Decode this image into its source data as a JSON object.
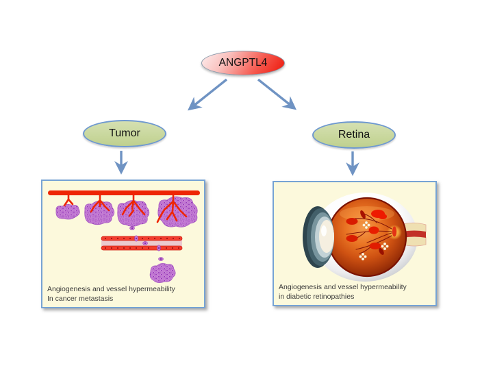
{
  "nodes": {
    "angptl4": {
      "label": "ANGPTL4"
    },
    "tumor": {
      "label": "Tumor"
    },
    "retina": {
      "label": "Retina"
    }
  },
  "panels": {
    "tumor": {
      "caption_line1": "Angiogenesis and vessel hypermeability",
      "caption_line2": "In cancer metastasis"
    },
    "retina": {
      "caption_line1": "Angiogenesis and vessel hypermeability",
      "caption_line2": "in diabetic retinopathies"
    }
  },
  "colors": {
    "arrow_blue": "#6f93c3",
    "node_green_fill": "#c8d79c",
    "node_border_blue": "#6f99d0",
    "root_gradient_light": "#fdecec",
    "root_gradient_red": "#ee1d10",
    "panel_background": "#fcf9dc",
    "panel_border": "#76a3d4",
    "vessel_red": "#ee2504",
    "tumor_cell_purple": "#c980d8",
    "eye_retina_orange": "#e06a1d"
  }
}
